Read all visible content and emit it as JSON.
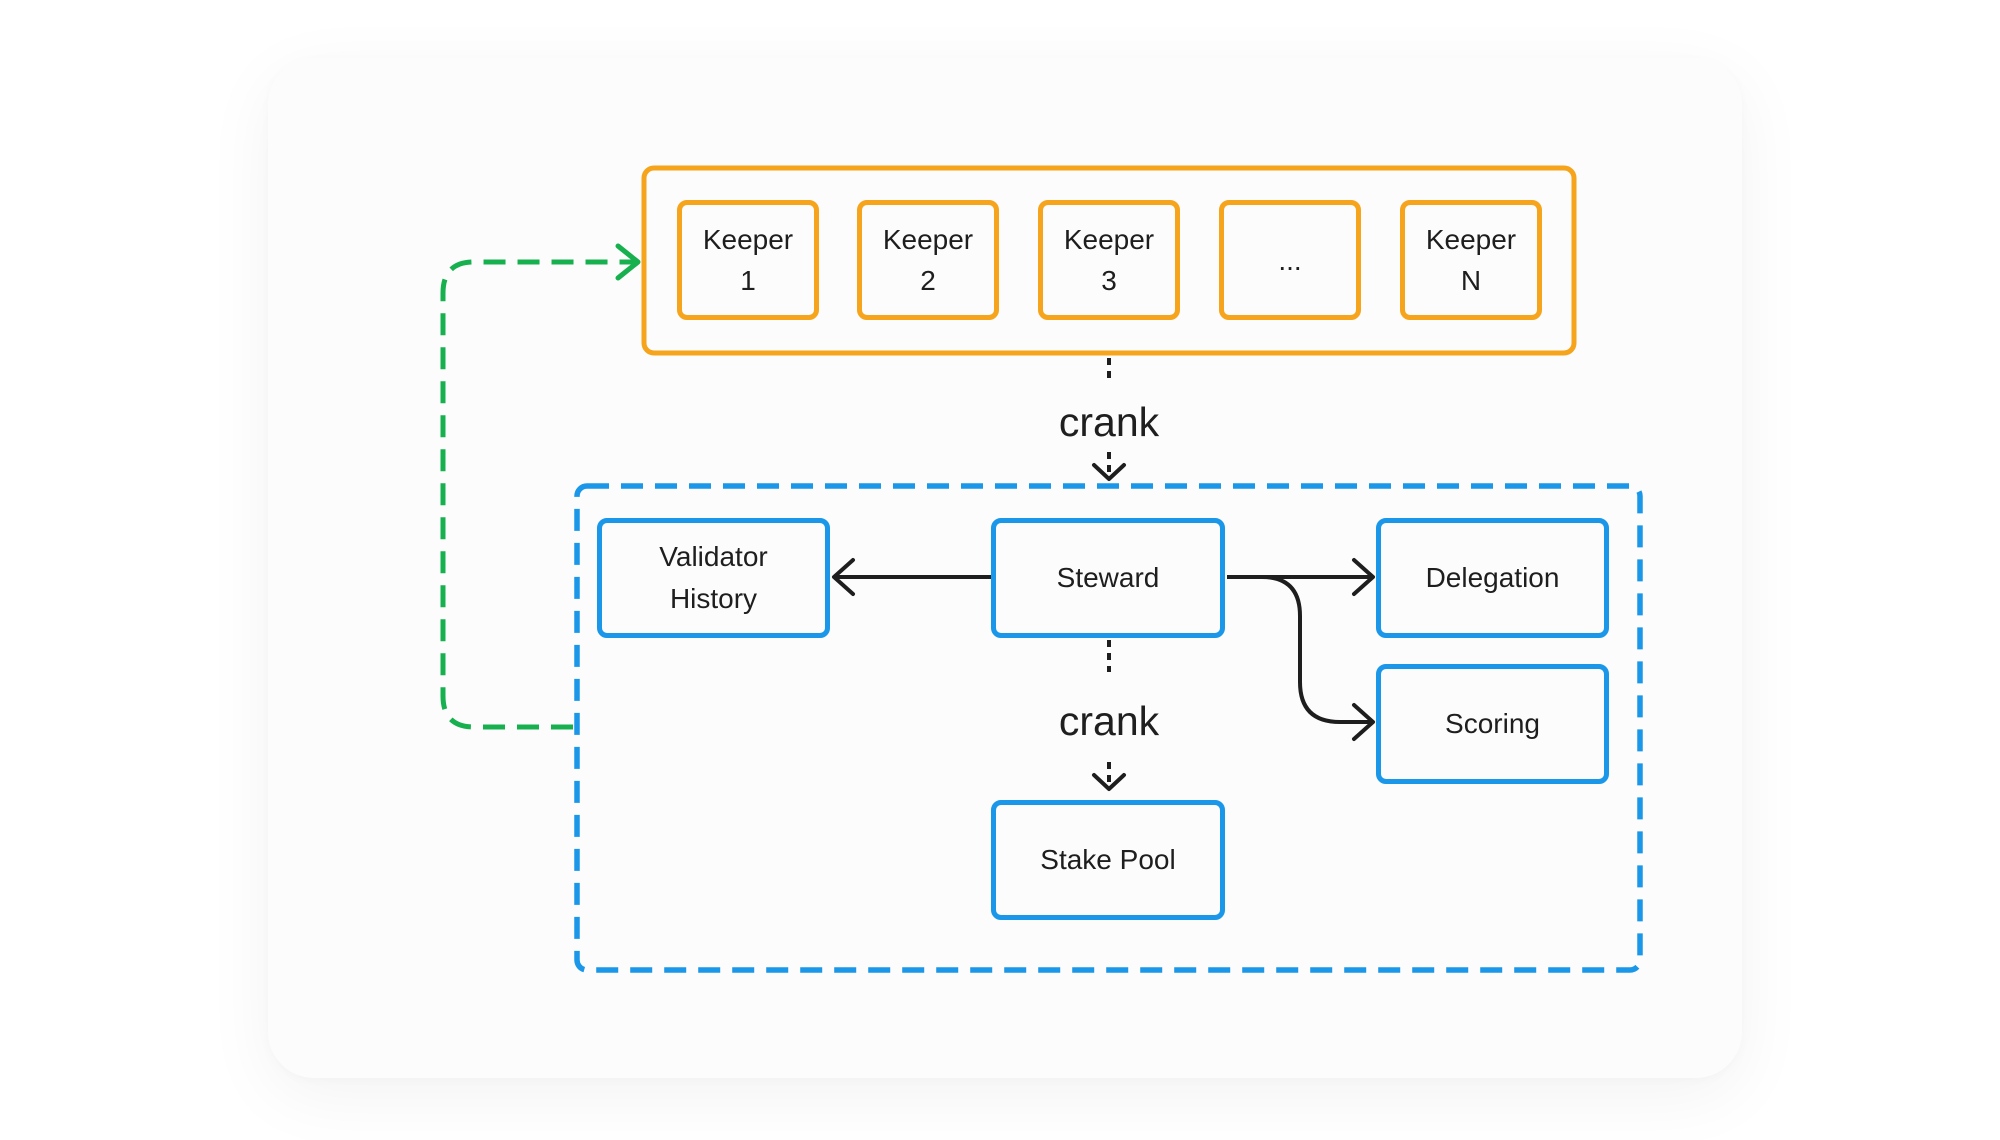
{
  "colors": {
    "keeper_border": "#f5a41c",
    "component_border": "#1a97e8",
    "loop_arrow": "#17b04f",
    "arrow": "#1e1e1e"
  },
  "keepers": [
    {
      "line1": "Keeper",
      "line2": "1"
    },
    {
      "line1": "Keeper",
      "line2": "2"
    },
    {
      "line1": "Keeper",
      "line2": "3"
    },
    {
      "line1": "...",
      "line2": ""
    },
    {
      "line1": "Keeper",
      "line2": "N"
    }
  ],
  "labels": {
    "crank_top": "crank",
    "crank_bottom": "crank"
  },
  "nodes": {
    "validator_history": {
      "line1": "Validator",
      "line2": "History"
    },
    "steward": "Steward",
    "delegation": "Delegation",
    "scoring": "Scoring",
    "stake_pool": "Stake Pool"
  }
}
